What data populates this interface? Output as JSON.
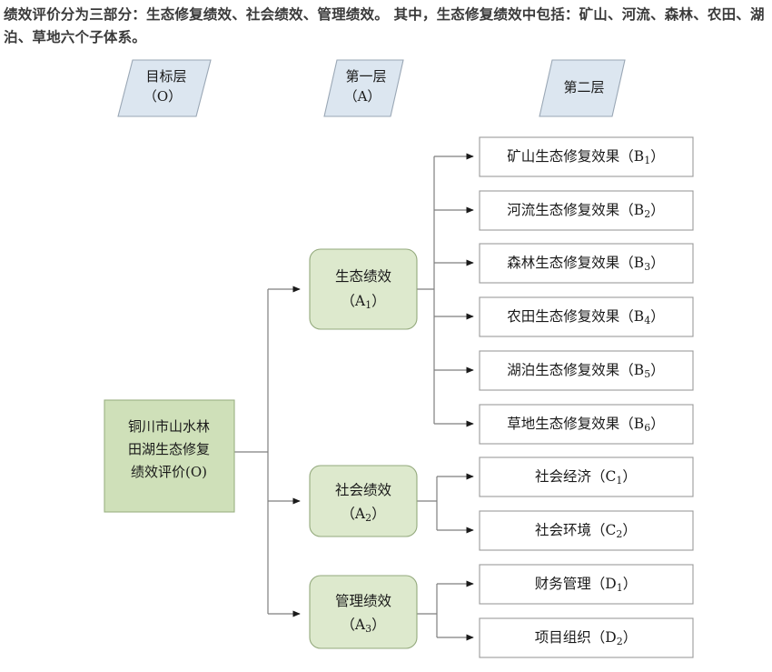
{
  "caption": "绩效评价分为三部分：生态修复绩效、社会绩效、管理绩效。 其中，生态修复绩效中包括：矿山、河流、森林、农田、湖泊、草地六个子体系。",
  "colors": {
    "header_fill": "#dce6f0",
    "header_stroke": "#9aa7b5",
    "level_a_fill": "#dde9cd",
    "level_a_stroke": "#93a97c",
    "root_fill": "#cfe0b9",
    "root_stroke": "#9ab183",
    "leaf_fill": "#ffffff",
    "leaf_stroke": "#9a9a9a",
    "connector": "#7f7f7f",
    "caption_text": "#3a3a3a"
  },
  "headers": [
    {
      "id": "header-goal",
      "line1": "目标层",
      "line2": "（O）"
    },
    {
      "id": "header-level1",
      "line1": "第一层",
      "line2": "（A）"
    },
    {
      "id": "header-level2",
      "line1": "第二层",
      "line2": ""
    }
  ],
  "root": {
    "id": "root-node",
    "line1": "铜川市山水林",
    "line2": "田湖生态修复",
    "line3": "绩效评价(O)"
  },
  "level_a": [
    {
      "id": "node-a1",
      "line1": "生态绩效",
      "code": "A",
      "index": "1"
    },
    {
      "id": "node-a2",
      "line1": "社会绩效",
      "code": "A",
      "index": "2"
    },
    {
      "id": "node-a3",
      "line1": "管理绩效",
      "code": "A",
      "index": "3"
    }
  ],
  "level_b": {
    "ecological": [
      {
        "id": "node-b1",
        "text": "矿山生态修复效果（B",
        "index": "1",
        "tail": "）"
      },
      {
        "id": "node-b2",
        "text": "河流生态修复效果（B",
        "index": "2",
        "tail": "）"
      },
      {
        "id": "node-b3",
        "text": "森林生态修复效果（B",
        "index": "3",
        "tail": "）"
      },
      {
        "id": "node-b4",
        "text": "农田生态修复效果（B",
        "index": "4",
        "tail": "）"
      },
      {
        "id": "node-b5",
        "text": "湖泊生态修复效果（B",
        "index": "5",
        "tail": "）"
      },
      {
        "id": "node-b6",
        "text": "草地生态修复效果（B",
        "index": "6",
        "tail": "）"
      }
    ],
    "social": [
      {
        "id": "node-c1",
        "text": "社会经济（C",
        "index": "1",
        "tail": "）"
      },
      {
        "id": "node-c2",
        "text": "社会环境（C",
        "index": "2",
        "tail": "）"
      }
    ],
    "management": [
      {
        "id": "node-d1",
        "text": "财务管理（D",
        "index": "1",
        "tail": "）"
      },
      {
        "id": "node-d2",
        "text": "项目组织（D",
        "index": "2",
        "tail": "）"
      }
    ]
  }
}
